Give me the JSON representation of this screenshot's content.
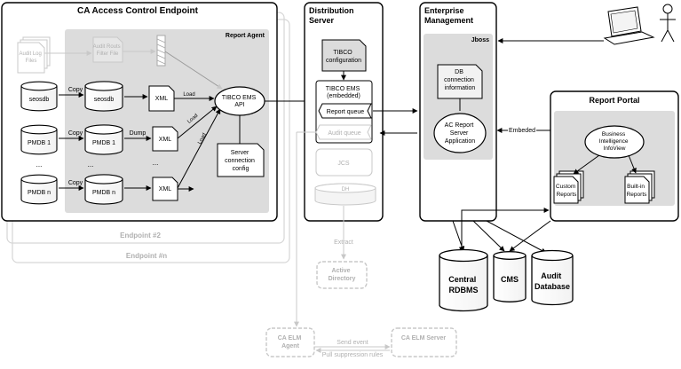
{
  "endpoint": {
    "title": "CA Access Control Endpoint",
    "report_agent": "Report Agent",
    "audit_log_files": [
      "Audit Log",
      "Files"
    ],
    "audit_routs_filter": [
      "Audit Routs",
      "Filter File"
    ],
    "seosdb_src": "seosdb",
    "seosdb_copy": "seosdb",
    "pmdb1_src": "PMDB 1",
    "pmdb1_copy": "PMDB 1",
    "pmdbn_src": "PMDB n",
    "pmdbn_copy": "PMDB n",
    "copy_label": "Copy",
    "dump_label": "Dump",
    "xml_label": "XML",
    "load_label": "Load",
    "ellipsis": "...",
    "tibco_api": [
      "TIBCO EMS",
      "API"
    ],
    "server_conn": [
      "Server",
      "connection",
      "config"
    ],
    "endpoint2": "Endpoint #2",
    "endpointn": "Endpoint #n"
  },
  "distribution": {
    "title": [
      "Distribution",
      "Server"
    ],
    "tibco_config": [
      "TIBCO",
      "configuration"
    ],
    "tibco_ems": [
      "TIBCO EMS",
      "(embedded)"
    ],
    "report_queue": "Report queue",
    "audit_queue": "Audit queue",
    "jcs": "JCS",
    "dh": "DH",
    "extract": "Extract",
    "active_directory": [
      "Active",
      "Directory"
    ]
  },
  "enterprise": {
    "title": [
      "Enterprise",
      "Management"
    ],
    "jboss": "Jboss",
    "db_conn": [
      "DB",
      "connection",
      "information"
    ],
    "ac_report": [
      "AC Report",
      "Server",
      "Application"
    ],
    "embeded": "Embeded"
  },
  "portal": {
    "title": "Report Portal",
    "bi": [
      "Business",
      "Intelligence",
      "InfoView"
    ],
    "custom": [
      "Custom",
      "Reports"
    ],
    "builtin": [
      "Built-in",
      "Reports"
    ]
  },
  "databases": {
    "central": [
      "Central",
      "RDBMS"
    ],
    "cms": "CMS",
    "audit": [
      "Audit",
      "Database"
    ]
  },
  "elm": {
    "agent": [
      "CA ELM",
      "Agent"
    ],
    "server": "CA ELM Server",
    "send_event": "Send event",
    "pull_rules": "Pull suppression rules"
  }
}
